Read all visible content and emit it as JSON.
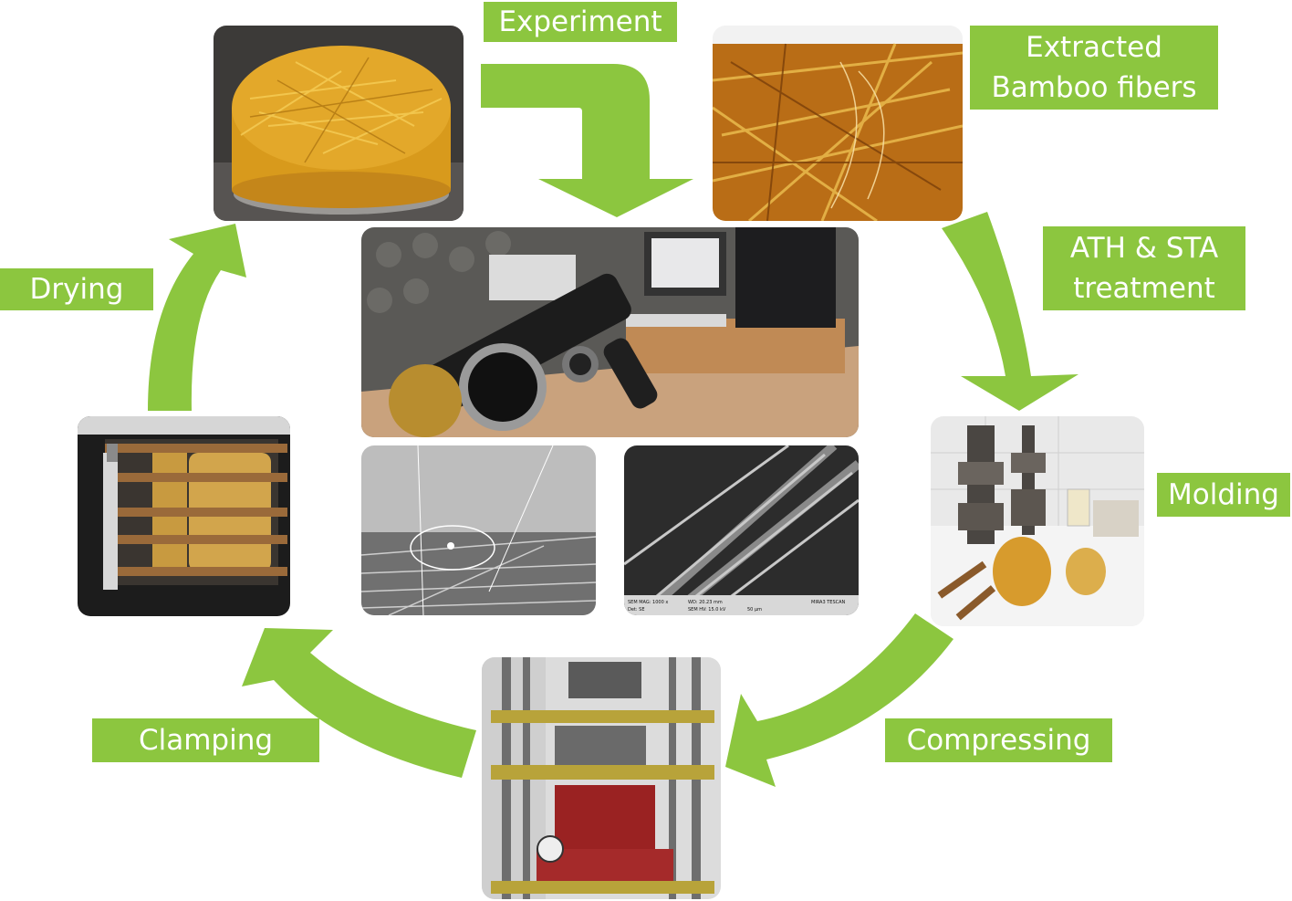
{
  "colors": {
    "arrow_green": "#8cc63f",
    "label_bg": "#8cc63f",
    "label_text": "#ffffff"
  },
  "labels": {
    "experiment": "Experiment",
    "extracted_line1": "Extracted",
    "extracted_line2": "Bamboo fibers",
    "ath_line1": "ATH & STA",
    "ath_line2": "treatment",
    "molding": "Molding",
    "compressing": "Compressing",
    "clamping": "Clamping",
    "drying": "Drying"
  },
  "photos": [
    {
      "id": "bamboo-disk",
      "icon": "bamboo-fiber-disk-photo"
    },
    {
      "id": "extracted-fibers",
      "icon": "raw-bamboo-fibers-photo"
    },
    {
      "id": "impedance-tube",
      "icon": "impedance-tube-lab-photo"
    },
    {
      "id": "contact-angle",
      "icon": "droplet-contact-angle-photo"
    },
    {
      "id": "sem",
      "icon": "sem-micrograph-photo"
    },
    {
      "id": "mold-tools",
      "icon": "mold-tools-photo"
    },
    {
      "id": "press",
      "icon": "hydraulic-press-photo"
    },
    {
      "id": "clamp",
      "icon": "clamping-frame-photo"
    }
  ],
  "sem_caption": {
    "mag": "SEM MAG: 1000 x",
    "wd": "WD: 20.23 mm",
    "det": "Det: SE",
    "hv": "SEM HV: 15.0 kV",
    "scale": "50 µm",
    "brand": "MIRA3 TESCAN"
  }
}
